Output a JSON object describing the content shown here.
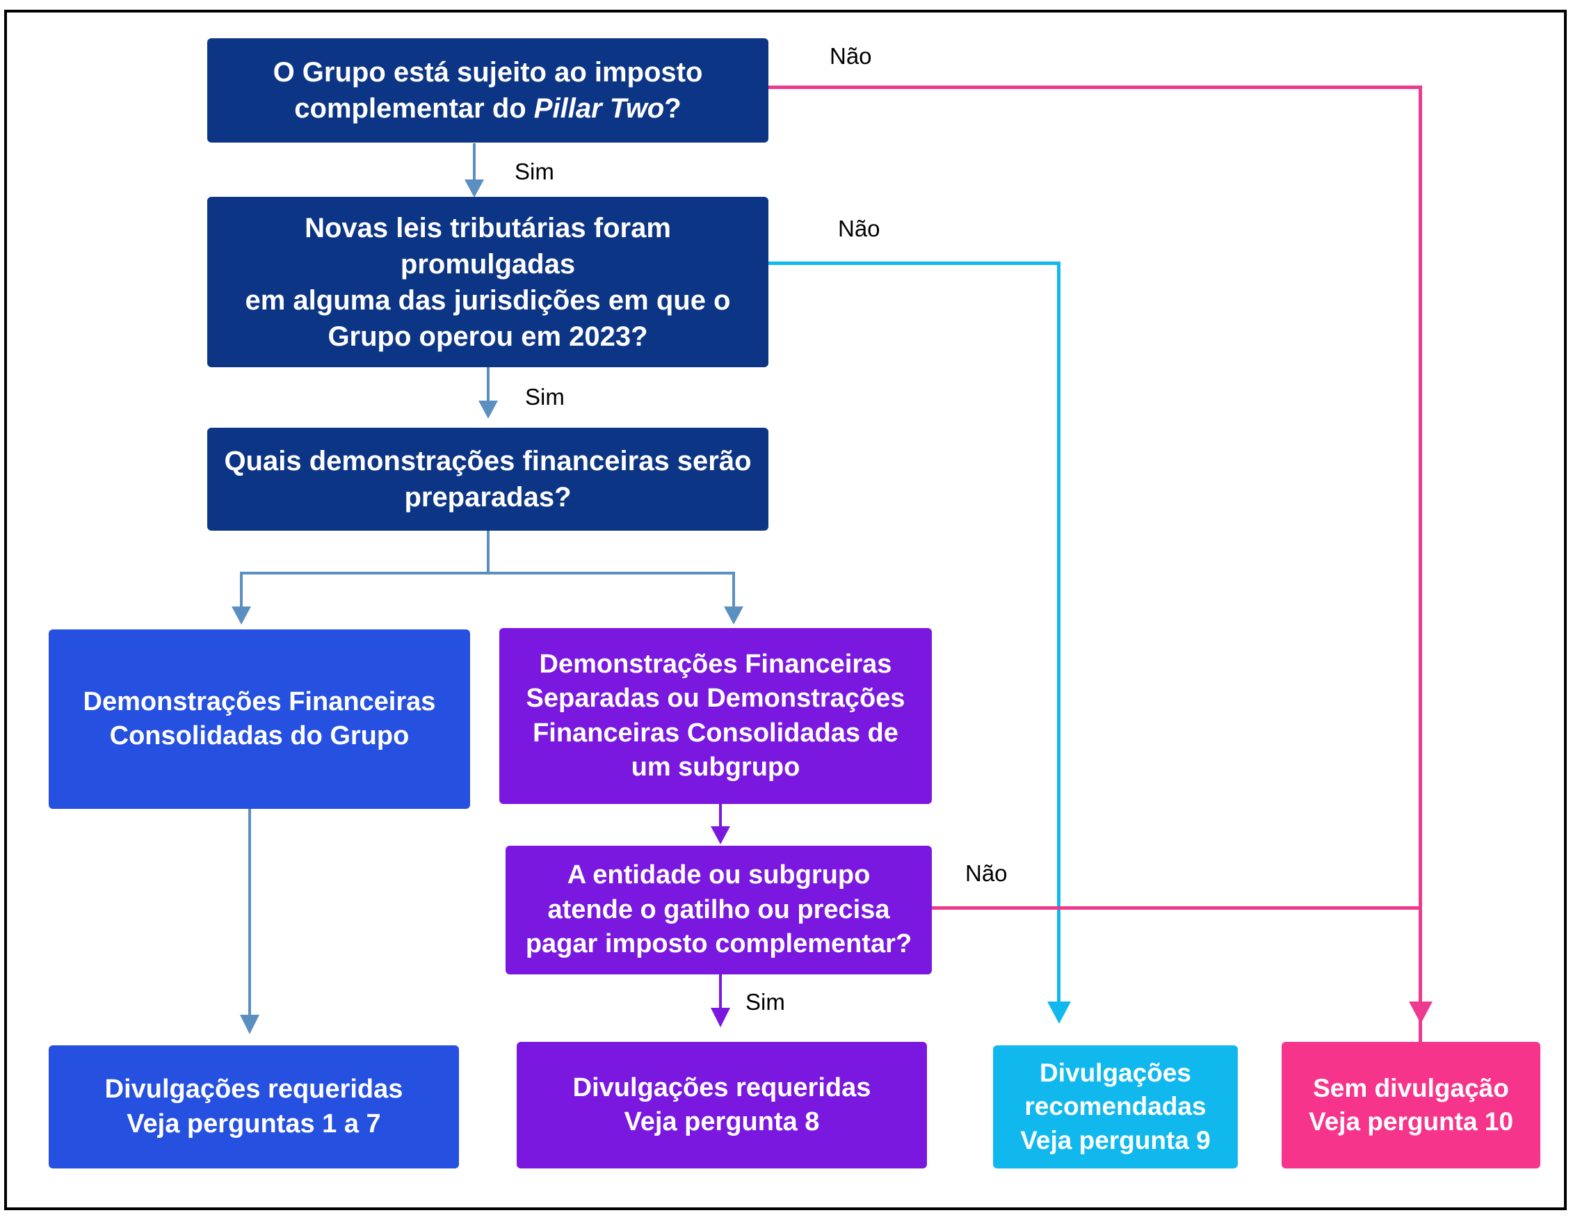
{
  "diagram": {
    "title": "Fluxograma de divulgacoes Pillar Two",
    "colors": {
      "navy": "#0D3585",
      "blue": "#2550E0",
      "purple": "#7A18E0",
      "cyan": "#11B8EE",
      "pink": "#F7348C",
      "connector_blue": "#5B8FC0",
      "connector_pink": "#ED3A8E",
      "border": "#000000",
      "background": "#FFFFFF"
    },
    "nodes": [
      {
        "id": "q1",
        "color": "navy",
        "text_lines": [
          "O Grupo está sujeito ao imposto",
          "complementar do Pillar Two?"
        ],
        "text_plain": "O Grupo está sujeito ao imposto complementar do Pillar Two?",
        "italic_part": "Pillar Two"
      },
      {
        "id": "q2",
        "color": "navy",
        "text_lines": [
          "Novas leis tributárias foram promulgadas",
          "em alguma das jurisdições em que o",
          "Grupo operou em 2023?"
        ],
        "text_plain": "Novas leis tributárias foram promulgadas em alguma das jurisdições em que o Grupo operou em 2023?"
      },
      {
        "id": "q3",
        "color": "navy",
        "text_lines": [
          "Quais demonstrações financeiras serão",
          "preparadas?"
        ],
        "text_plain": "Quais demonstrações financeiras serão preparadas?"
      },
      {
        "id": "consolidated",
        "color": "blue",
        "text_lines": [
          "Demonstrações Financeiras",
          "Consolidadas do Grupo"
        ],
        "text_plain": "Demonstrações Financeiras Consolidadas do Grupo"
      },
      {
        "id": "separate",
        "color": "purple",
        "text_lines": [
          "Demonstrações Financeiras",
          "Separadas ou Demonstrações",
          "Financeiras Consolidadas de",
          "um subgrupo"
        ],
        "text_plain": "Demonstrações Financeiras Separadas ou Demonstrações Financeiras Consolidadas de um subgrupo"
      },
      {
        "id": "q4",
        "color": "purple",
        "text_lines": [
          "A entidade ou subgrupo",
          "atende o gatilho ou precisa",
          "pagar imposto complementar?"
        ],
        "text_plain": "A entidade ou subgrupo atende o gatilho ou precisa pagar imposto complementar?"
      },
      {
        "id": "out1",
        "color": "blue",
        "text_lines": [
          "Divulgações requeridas",
          "Veja perguntas 1 a 7"
        ],
        "text_plain": "Divulgações requeridas Veja perguntas 1 a 7"
      },
      {
        "id": "out2",
        "color": "purple",
        "text_lines": [
          "Divulgações requeridas",
          "Veja pergunta 8"
        ],
        "text_plain": "Divulgações requeridas Veja pergunta 8"
      },
      {
        "id": "out3",
        "color": "cyan",
        "text_lines": [
          "Divulgações",
          "recomendadas",
          "Veja pergunta 9"
        ],
        "text_plain": "Divulgações recomendadas Veja pergunta 9"
      },
      {
        "id": "out4",
        "color": "pink",
        "text_lines": [
          "Sem divulgação",
          "Veja pergunta 10"
        ],
        "text_plain": "Sem divulgação Veja pergunta 10"
      }
    ],
    "edge_labels": {
      "nao_q1": "Não",
      "sim_q1": "Sim",
      "nao_q2": "Não",
      "sim_q2": "Sim",
      "nao_q4": "Não",
      "sim_q4": "Sim"
    }
  }
}
